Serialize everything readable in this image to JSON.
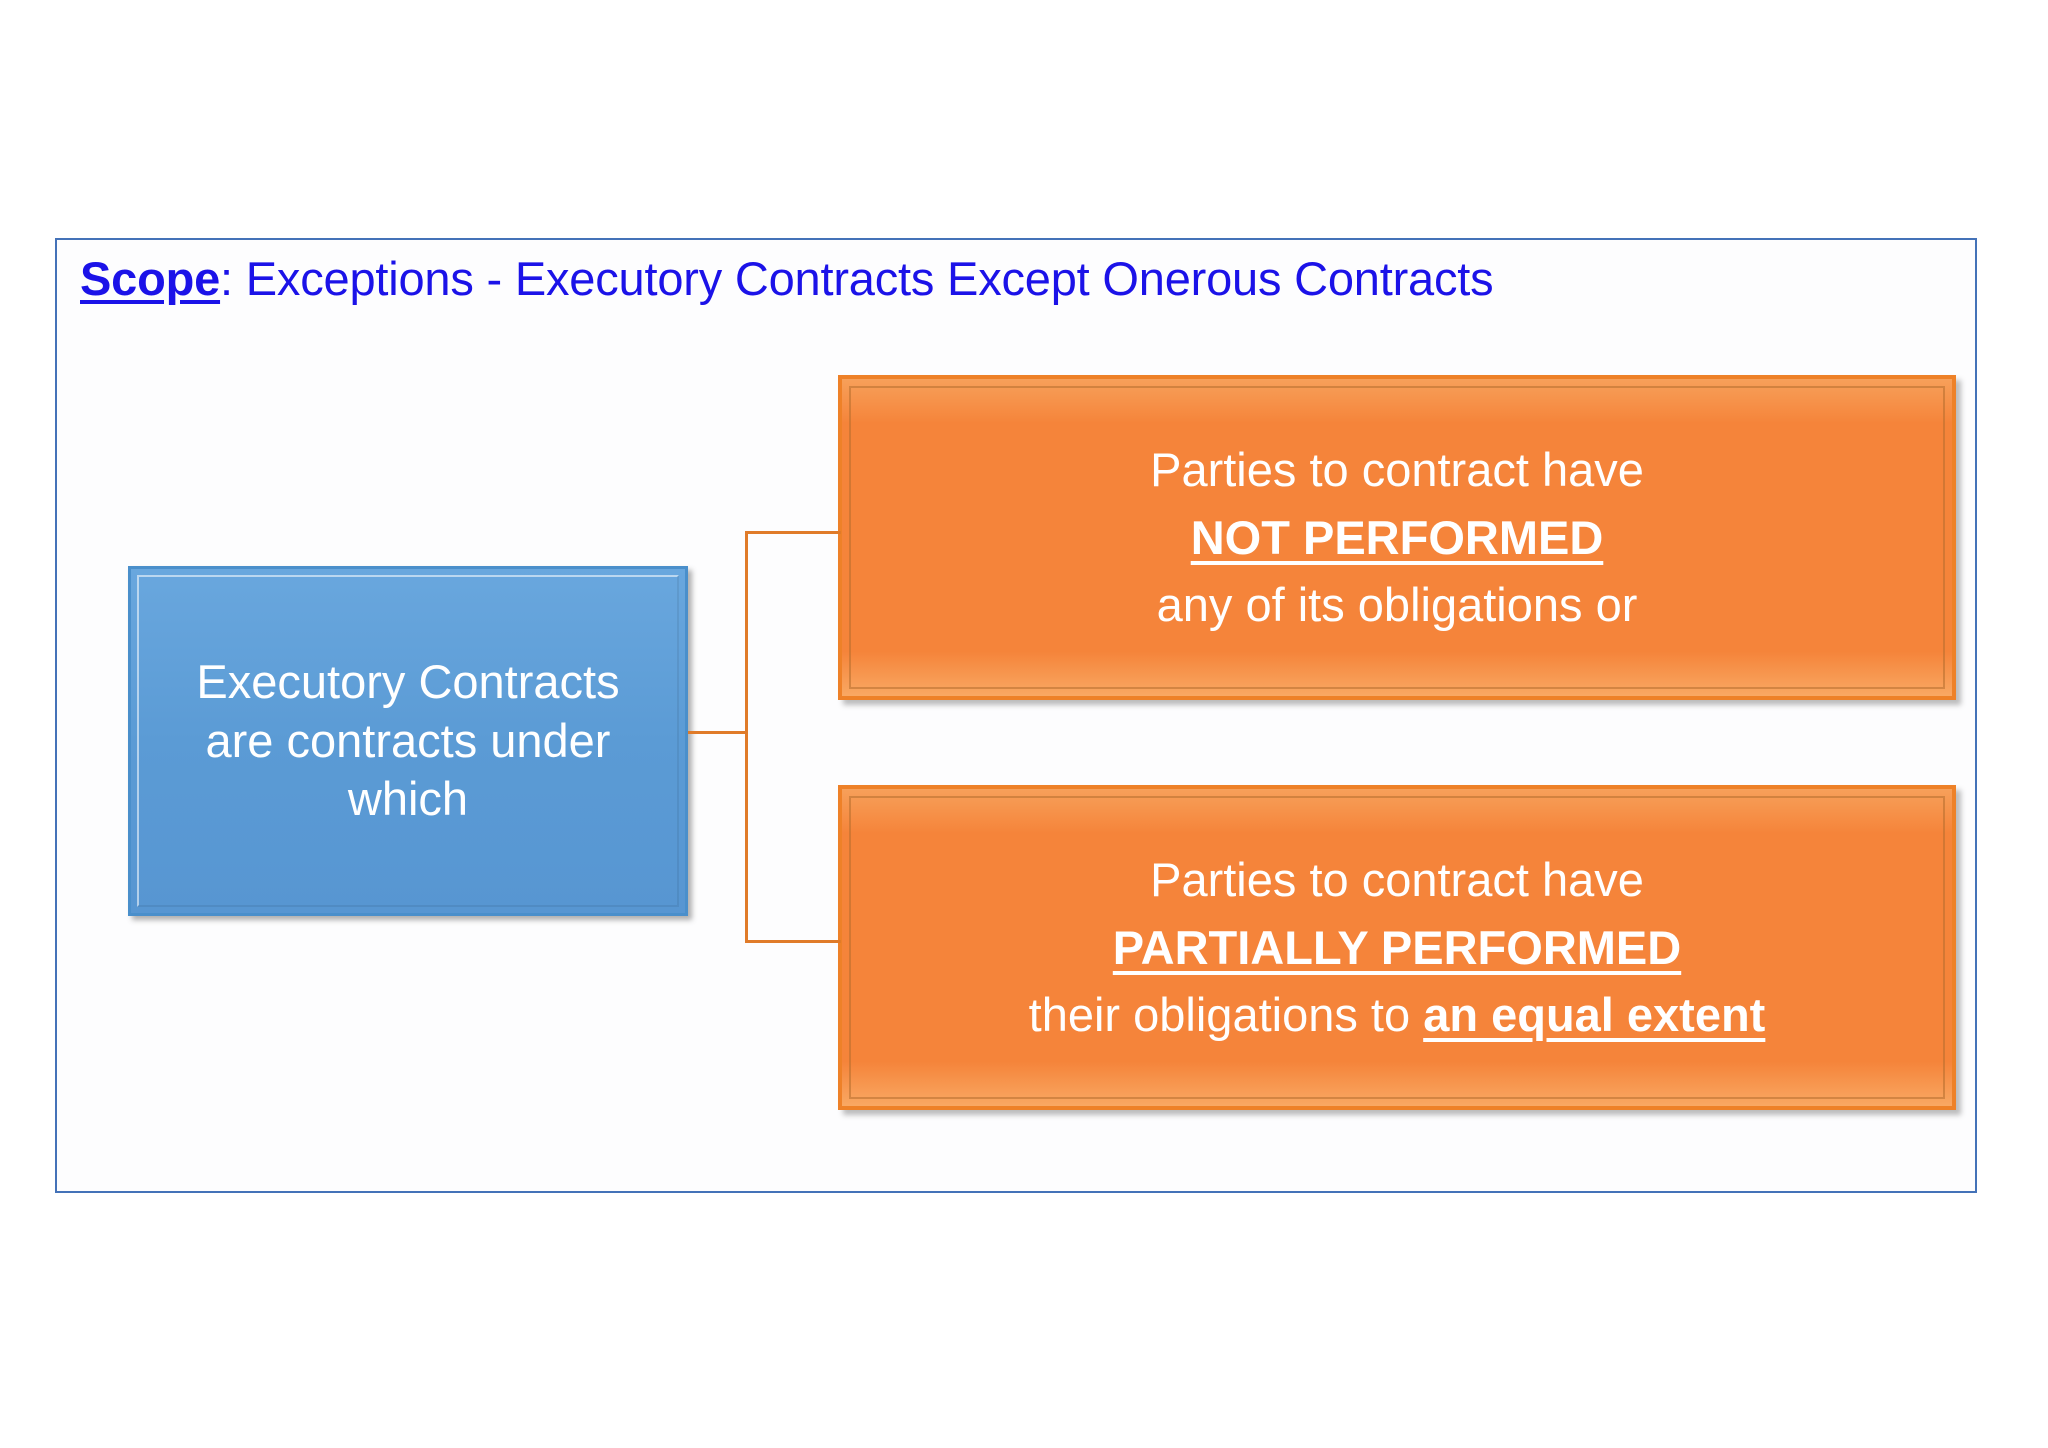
{
  "slide": {
    "title": {
      "emphasis": "Scope",
      "rest": ": Exceptions - Executory Contracts Except Onerous Contracts"
    },
    "colors": {
      "title_blue": "#1B12E8",
      "frame_blue": "#4472B8",
      "source_box_blue": "#5B9BD5",
      "branch_box_orange": "#F5843A",
      "connector_orange": "#E07B29",
      "box_text": "#FFFFFF"
    },
    "source_box": {
      "text": "Executory Contracts are contracts under which"
    },
    "branches": [
      {
        "lines": [
          {
            "text": "Parties to contract have",
            "style": "normal"
          },
          {
            "text": "NOT PERFORMED",
            "style": "bold-underline"
          },
          {
            "text": "any of its obligations or",
            "style": "normal"
          }
        ]
      },
      {
        "lines": [
          {
            "text": "Parties to contract have",
            "style": "normal"
          },
          {
            "text": "PARTIALLY PERFORMED",
            "style": "bold-underline"
          },
          {
            "text_prefix": "their obligations to ",
            "text_emphasis": "an equal extent",
            "style": "mixed"
          }
        ]
      }
    ]
  }
}
